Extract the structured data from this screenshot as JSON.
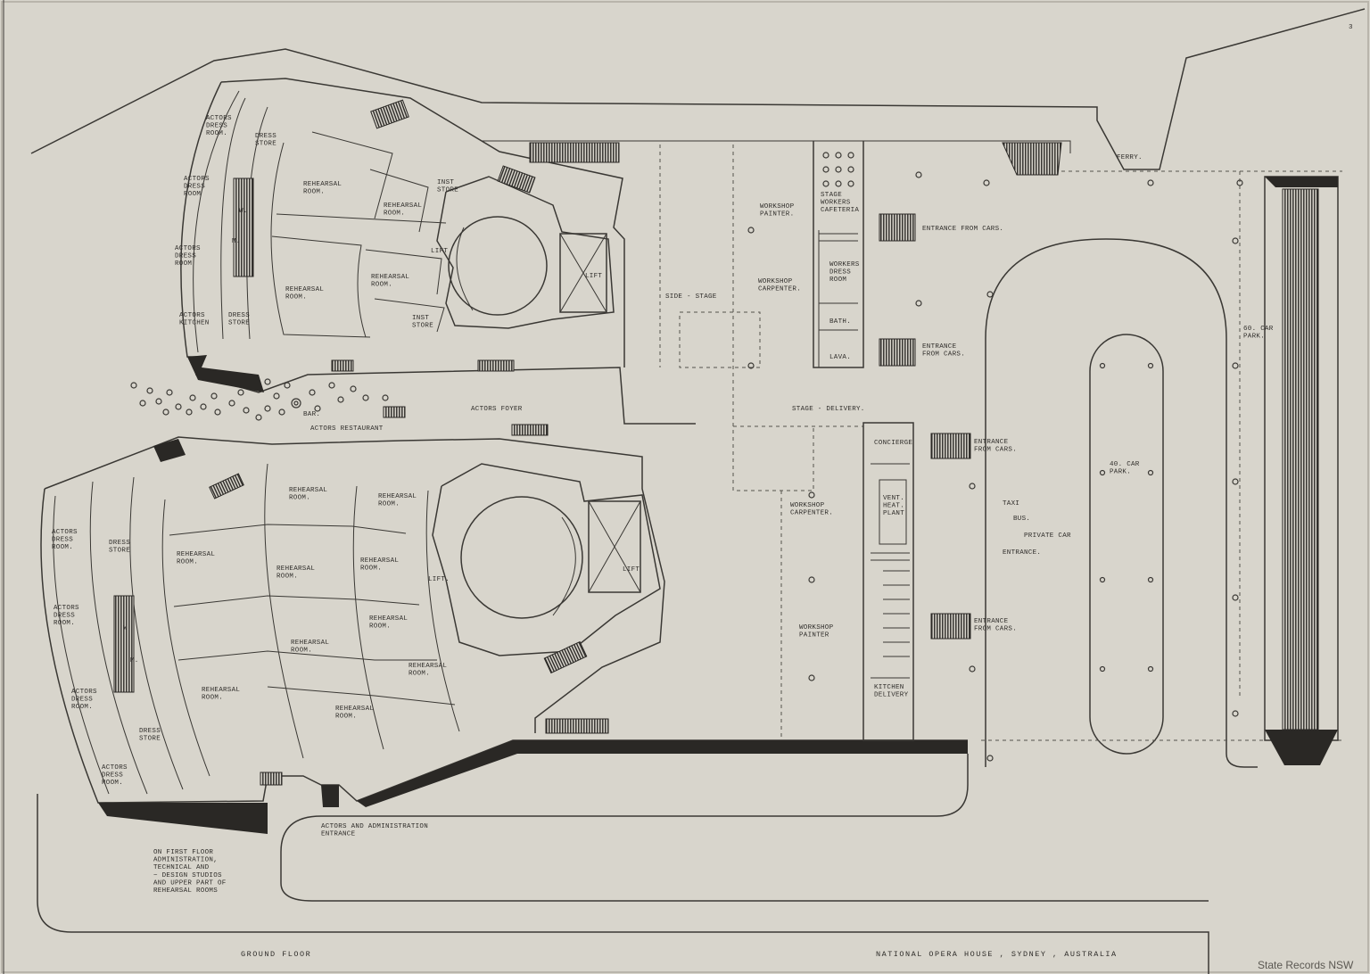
{
  "sheet": {
    "page_number": "3",
    "title_left": "GROUND FLOOR",
    "title_right": "NATIONAL OPERA HOUSE , SYDNEY , AUSTRALIA",
    "credit": "State Records NSW",
    "colors": {
      "paper": "#d8d5cc",
      "ink": "#2f2d2a"
    }
  },
  "upper_block": {
    "actors_dress_room_1": "ACTORS\nDRESS\nROOM.",
    "dress_store_1": "DRESS\nSTORE",
    "actors_dress_room_2": "ACTORS\nDRESS\nROOM",
    "actors_dress_room_3": "ACTORS\nDRESS\nROOM",
    "actors_kitchen": "ACTORS\nKITCHEN",
    "dress_store_2": "DRESS\nSTORE",
    "w": "W.",
    "m": "M.",
    "rehearsal_room_1": "REHEARSAL\nROOM.",
    "rehearsal_room_2": "REHEARSAL\nROOM.",
    "rehearsal_room_3": "REHEARSAL\nROOM.",
    "rehearsal_room_4": "REHEARSAL\nROOM.",
    "inst_store_1": "INST\nSTORE",
    "inst_store_2": "INST\nSTORE",
    "lift_1": "LIFT",
    "lift_2": "LIFT"
  },
  "middle": {
    "bar": "BAR.",
    "actors_restaurant": "ACTORS  RESTAURANT",
    "actors_foyer": "ACTORS  FOYER",
    "side_stage": "SIDE - STAGE",
    "stage_delivery": "STAGE - DELIVERY."
  },
  "workshops_top": {
    "workshop_painter": "WORKSHOP\nPAINTER.",
    "workshop_carpenter": "WORKSHOP\nCARPENTER.",
    "stage_workers_cafeteria": "STAGE\nWORKERS\nCAFETERIA",
    "workers_dress_room": "WORKERS\nDRESS\nROOM",
    "bath": "BATH.",
    "lava": "LAVA.",
    "entrance_from_cars_1": "ENTRANCE  FROM  CARS.",
    "entrance_from_cars_2": "ENTRANCE\nFROM CARS."
  },
  "workshops_bottom": {
    "concierge": "CONCIERGE",
    "vent_heat_plant": "VENT.\nHEAT.\nPLANT",
    "workshop_carpenter": "WORKSHOP\nCARPENTER.",
    "workshop_painter": "WORKSHOP\nPAINTER",
    "kitchen_delivery": "KITCHEN\nDELIVERY",
    "entrance_from_cars_3": "ENTRANCE\nFROM CARS.",
    "entrance_from_cars_4": "ENTRANCE\nFROM CARS."
  },
  "lower_block": {
    "actors_dress_room_1": "ACTORS\nDRESS\nROOM.",
    "actors_dress_room_2": "ACTORS\nDRESS\nROOM.",
    "actors_dress_room_3": "ACTORS\nDRESS\nROOM.",
    "actors_dress_room_4": "ACTORS\nDRESS\nROOM.",
    "dress_store_1": "DRESS\nSTORE",
    "dress_store_2": "DRESS\nSTORE",
    "w": "W.",
    "m": "M.",
    "rehearsal_room_1": "REHEARSAL\nROOM.",
    "rehearsal_room_2": "REHEARSAL\nROOM.",
    "rehearsal_room_3": "REHEARSAL\nROOM.",
    "rehearsal_room_4": "REHEARSAL\nROOM.",
    "rehearsal_room_5": "REHEARSAL\nROOM.",
    "rehearsal_room_6": "REHEARSAL\nROOM.",
    "rehearsal_room_7": "REHEARSAL\nROOM.",
    "rehearsal_room_8": "REHEARSAL\nROOM.",
    "rehearsal_room_9": "REHEARSAL\nROOM.",
    "rehearsal_room_10": "REHEARSAL\nROOM.",
    "lift_1": "LIFT.",
    "lift_2": "LIFT"
  },
  "site": {
    "ferry": "FERRY.",
    "car_park_60": "60. CAR\nPARK.",
    "car_park_40": "40. CAR\nPARK.",
    "taxi": "TAXI",
    "bus": "BUS.",
    "private_car": "PRIVATE CAR",
    "entrance": "ENTRANCE.",
    "actors_admin_entrance": "ACTORS  AND  ADMINISTRATION\nENTRANCE",
    "first_floor_note": "ON FIRST FLOOR\nADMINISTRATION,\nTECHNICAL AND\n~ DESIGN STUDIOS\nAND UPPER PART OF\nREHEARSAL ROOMS"
  }
}
